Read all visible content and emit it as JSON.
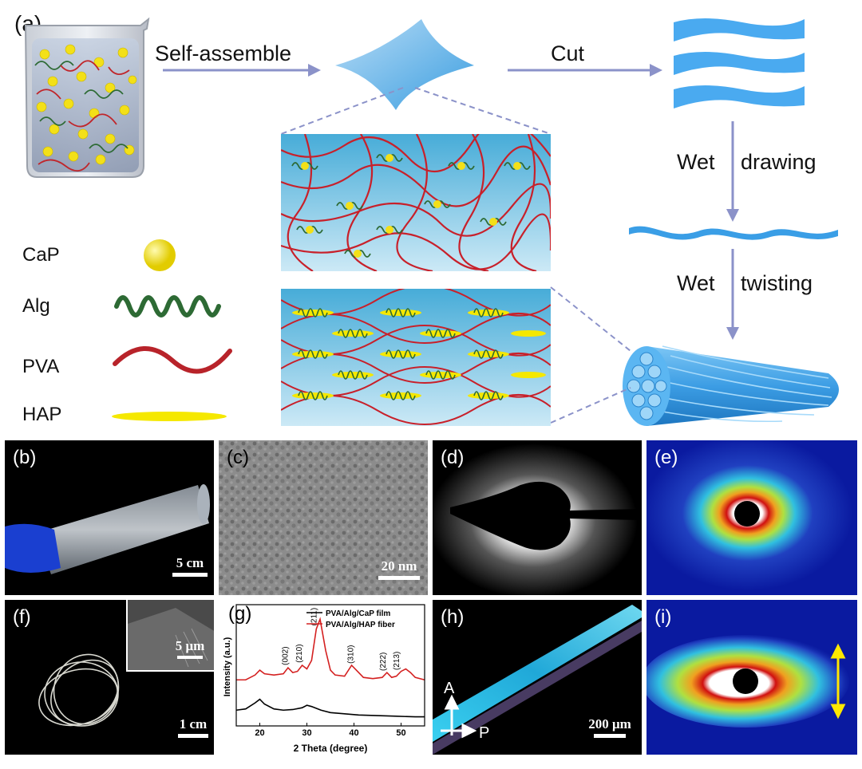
{
  "schematic": {
    "panel_label": "(a)",
    "step_self_assemble": "Self-assemble",
    "step_cut": "Cut",
    "step_wet_drawing_1": "Wet",
    "step_wet_drawing_2": "drawing",
    "step_wet_twisting_1": "Wet",
    "step_wet_twisting_2": "twisting"
  },
  "legend": {
    "items": [
      {
        "label": "CaP",
        "color": "#f2e200"
      },
      {
        "label": "Alg",
        "color": "#2d6a34"
      },
      {
        "label": "PVA",
        "color": "#c0262b"
      },
      {
        "label": "HAP",
        "color": "#f5e800"
      }
    ]
  },
  "panels": {
    "b": {
      "label": "(b)",
      "scale": "5 cm"
    },
    "c": {
      "label": "(c)",
      "scale": "20 nm"
    },
    "d": {
      "label": "(d)"
    },
    "e": {
      "label": "(e)"
    },
    "f": {
      "label": "(f)",
      "scale": "1 cm",
      "inset_scale": "5 μm"
    },
    "g": {
      "label": "(g)"
    },
    "h": {
      "label": "(h)",
      "scale": "200 μm",
      "axis_a": "A",
      "axis_p": "P"
    },
    "i": {
      "label": "(i)"
    }
  },
  "chart_data": {
    "type": "line",
    "xlabel": "2 Theta (degree)",
    "ylabel": "Intensity (a.u.)",
    "xlim": [
      15,
      55
    ],
    "xticks": [
      20,
      30,
      40,
      50
    ],
    "series": [
      {
        "name": "PVA/Alg/CaP film",
        "color": "#000000",
        "x": [
          15,
          17,
          19,
          20,
          21,
          23,
          25,
          27,
          29,
          30,
          31,
          33,
          35,
          38,
          41,
          45,
          49,
          53,
          55
        ],
        "y": [
          0.13,
          0.14,
          0.19,
          0.22,
          0.18,
          0.14,
          0.13,
          0.135,
          0.15,
          0.17,
          0.16,
          0.13,
          0.11,
          0.1,
          0.09,
          0.085,
          0.08,
          0.075,
          0.075
        ]
      },
      {
        "name": "PVA/Alg/HAP fiber",
        "color": "#d42020",
        "x": [
          15,
          17,
          19,
          20,
          21,
          23,
          25,
          26,
          27,
          28,
          29,
          30,
          31,
          32,
          32.8,
          34,
          35,
          36,
          38,
          39.5,
          40.5,
          42,
          44,
          46,
          47,
          48,
          49,
          50,
          51,
          52,
          53,
          55
        ],
        "y": [
          0.38,
          0.38,
          0.42,
          0.46,
          0.43,
          0.42,
          0.43,
          0.48,
          0.44,
          0.45,
          0.5,
          0.47,
          0.54,
          0.8,
          0.88,
          0.62,
          0.46,
          0.42,
          0.41,
          0.5,
          0.46,
          0.4,
          0.39,
          0.4,
          0.44,
          0.4,
          0.41,
          0.45,
          0.47,
          0.44,
          0.4,
          0.38
        ]
      }
    ],
    "annotations": [
      {
        "text": "(002)",
        "x": 25.9
      },
      {
        "text": "(210)",
        "x": 28.9
      },
      {
        "text": "(211)",
        "x": 32
      },
      {
        "text": "(310)",
        "x": 39.8
      },
      {
        "text": "(222)",
        "x": 46.7
      },
      {
        "text": "(213)",
        "x": 49.6
      }
    ]
  }
}
